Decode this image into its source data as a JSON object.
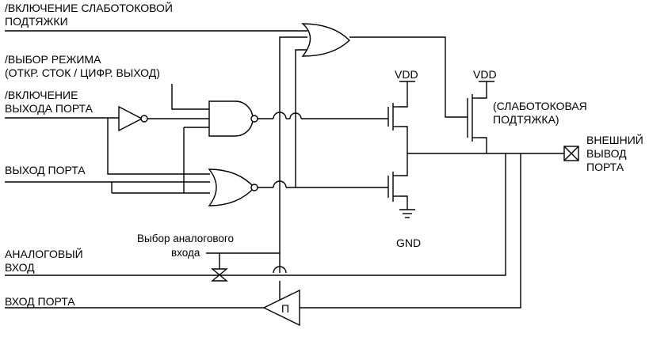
{
  "labels": {
    "weak_pullup_enable_1": "/ВКЛЮЧЕНИЕ СЛАБОТОКОВОЙ",
    "weak_pullup_enable_2": "ПОДТЯЖКИ",
    "mode_select_1": "/ВЫБОР РЕЖИМА",
    "mode_select_2": "(ОТКР. СТОК / ЦИФР. ВЫХОД)",
    "port_output_enable_1": "/ВКЛЮЧЕНИЕ",
    "port_output_enable_2": "ВЫХОДА ПОРТА",
    "port_output": "ВЫХОД ПОРТА",
    "analog_input_1": "АНАЛОГОВЫЙ",
    "analog_input_2": "ВХОД",
    "port_input": "ВХОД ПОРТА",
    "analog_select_1": "Выбор аналогового",
    "analog_select_2": "входа",
    "vdd_1": "VDD",
    "vdd_2": "VDD",
    "gnd": "GND",
    "weak_pullup_1": "(СЛАБОТОКОВАЯ",
    "weak_pullup_2": "ПОДТЯЖКА)",
    "ext_pin_1": "ВНЕШНИЙ",
    "ext_pin_2": "ВЫВОД",
    "ext_pin_3": "ПОРТА",
    "schmitt_symbol": "Π"
  },
  "icons": {
    "or_gate": "or-gate-icon",
    "and_gate": "and-gate-icon",
    "buffer": "buffer-icon",
    "pmos": "pmos-transistor-icon",
    "nmos": "nmos-transistor-icon",
    "ground": "ground-icon",
    "transmission_gate": "transmission-gate-icon",
    "pin": "pin-icon",
    "schmitt": "schmitt-trigger-icon"
  }
}
